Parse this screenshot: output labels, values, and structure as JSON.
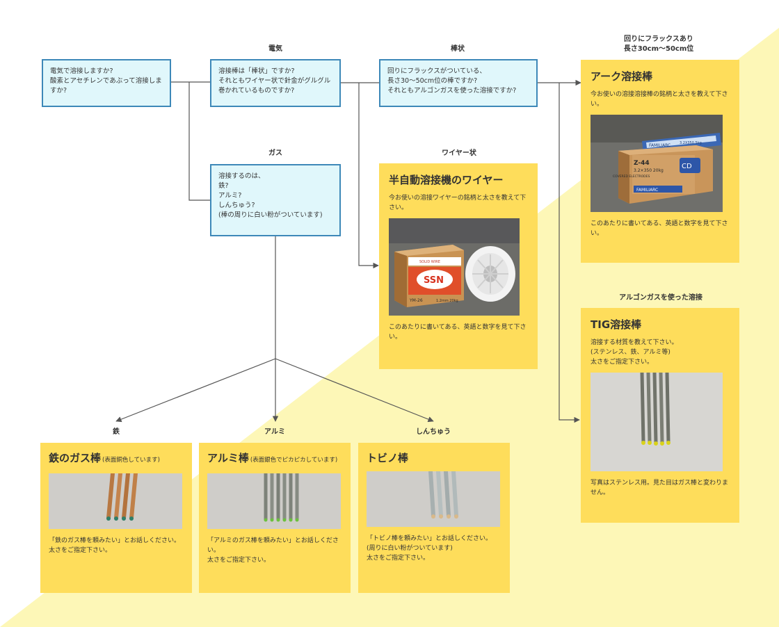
{
  "questions": {
    "q1": "電気で溶接しますか?\n酸素とアセチレンであぶって溶接しますか?",
    "q2": "溶接棒は「棒状」ですか?\nそれともワイヤー状で針金がグルグル巻かれているものですか?",
    "q3": "回りにフラックスがついている、\n長さ30～50cm位の棒ですか?\nそれともアルゴンガスを使った溶接ですか?",
    "q4": "溶接するのは、\n鉄?\nアルミ?\nしんちゅう?\n(棒の周りに白い粉がついています)"
  },
  "labels": {
    "denki": "電気",
    "boujou": "棒状",
    "flux": "回りにフラックスあり\n長さ30cm～50cm位",
    "gas": "ガス",
    "wire": "ワイヤー状",
    "argon": "アルゴンガスを使った溶接",
    "tetsu": "鉄",
    "alumi": "アルミ",
    "shinchu": "しんちゅう"
  },
  "cards": {
    "arc": {
      "title": "アーク溶接棒",
      "text_top": "今お使いの溶接溶接棒の銘柄と太さを教えて下さい。",
      "text_bottom": "このあたりに書いてある、英語と数字を見て下さい。"
    },
    "semi": {
      "title": "半自動溶接機のワイヤー",
      "text_top": "今お使いの溶接ワイヤーの銘柄と太さを教えて下さい。",
      "text_bottom": "このあたりに書いてある、英語と数字を見て下さい。"
    },
    "tig": {
      "title": "TIG溶接棒",
      "text_top": "溶接する材質を教えて下さい。\n(ステンレス、鉄、アルミ等)\n太さをご指定下さい。",
      "text_bottom": "写真はステンレス用。見た目はガス棒と変わりません。"
    },
    "iron": {
      "title": "鉄のガス棒",
      "subtitle": "(表面銅色しています)",
      "text": "「鉄のガス棒を頼みたい」とお話しください。\n太さをご指定下さい。"
    },
    "alu": {
      "title": "アルミ棒",
      "subtitle": "(表面銀色でピカピカしています)",
      "text": "「アルミのガス棒を頼みたい」とお話しください。\n太さをご指定下さい。"
    },
    "tobino": {
      "title": "トビノ棒",
      "text": "「トビノ棒を頼みたい」とお話しください。\n(周りに白い粉がついています)\n太さをご指定下さい。"
    }
  },
  "photo_text": {
    "arc_box_top": "FAMILIARC",
    "arc_box_mid": "Z-44",
    "arc_box_brand": "FAMILIARC",
    "arc_box_size": "3.2×350 20kg",
    "arc_box_small": "3.2X350 5kg",
    "arc_box_covered": "COVERED ELECTRODES",
    "wire_box_label": "SOLID WIRE",
    "wire_box_model": "YM-26",
    "wire_box_spec": "1.2mm 20kg",
    "wire_box_logo": "SSN"
  },
  "colors": {
    "question_bg": "#e0f7fb",
    "question_border": "#3d88b8",
    "card_bg": "#fedd5b",
    "background_triangle": "#fdf7b7",
    "connector": "#555555"
  }
}
